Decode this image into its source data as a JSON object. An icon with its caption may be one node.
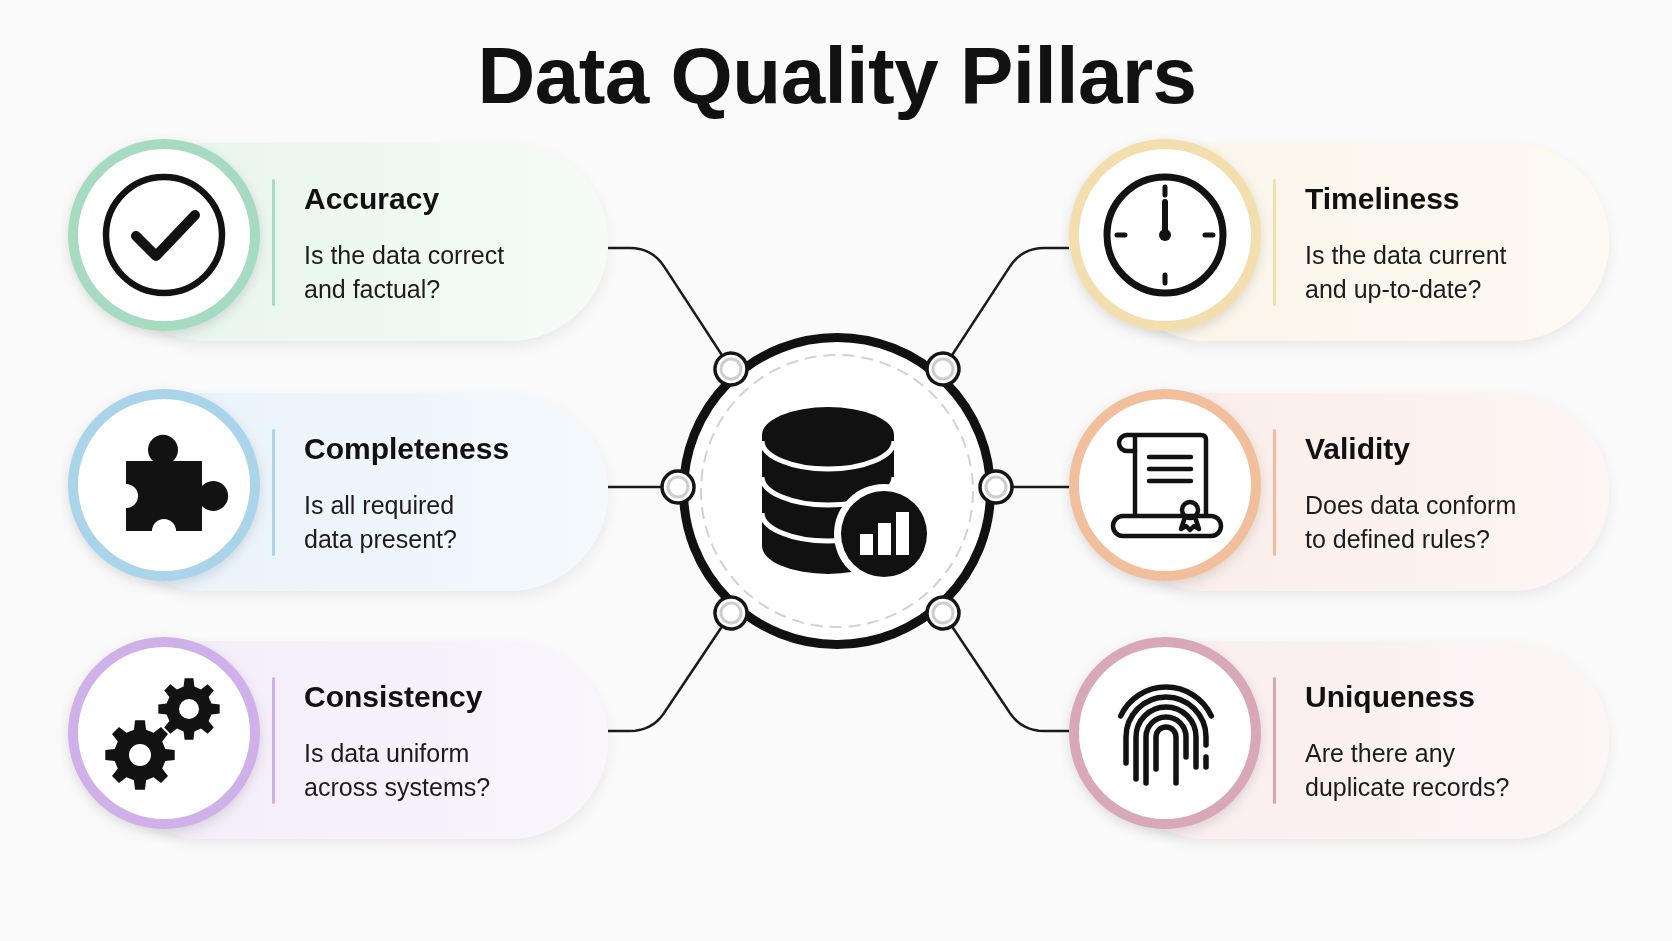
{
  "diagram": {
    "title": "Data Quality Pillars",
    "nodes": [
      {
        "text": [
          "Accuracy",
          "Is the data correct and factual?"
        ]
      },
      {
        "text": [
          "Timeliness",
          "Is the data current and up-to-date?"
        ]
      },
      {
        "text": [
          "Completeness",
          "Is all required data present?"
        ]
      },
      {
        "text": [],
        "shape": "circle"
      },
      {
        "text": [
          "Validity",
          "Does data conform to defined rules?"
        ]
      },
      {
        "text": [
          "Consistency",
          "Is data uniform across systems?"
        ]
      },
      {
        "text": [
          "Uniqueness",
          "Are there any duplicate records?"
        ]
      }
    ],
    "edges": [
      {
        "from": 3,
        "to": 0,
        "arrow": "other"
      },
      {
        "from": 3,
        "to": 1,
        "arrow": "other"
      },
      {
        "from": 3,
        "to": 2,
        "arrow": "other"
      },
      {
        "from": 3,
        "to": 4,
        "arrow": "other"
      },
      {
        "from": 3,
        "to": 5,
        "arrow": "other"
      },
      {
        "from": 3,
        "to": 6,
        "arrow": "other"
      }
    ]
  }
}
